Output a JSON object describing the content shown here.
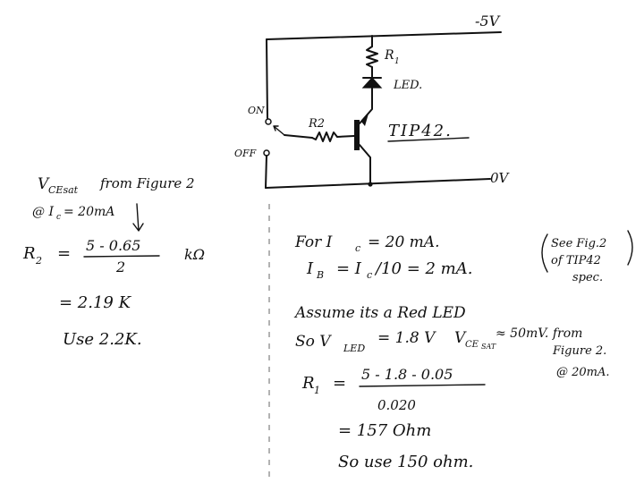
{
  "circuit": {
    "supply_neg": "-5V",
    "ground": "0V",
    "resistor_r1": "R",
    "resistor_r1_sub": "1",
    "led_label": "LED.",
    "switch_on": "ON",
    "switch_off": "OFF",
    "resistor_r2": "R2",
    "transistor": "TIP42."
  },
  "left_notes": {
    "vcesat_prefix": "V",
    "vcesat_sub": "CEsat",
    "vcesat_text": "from Figure 2",
    "at_current": "@ I",
    "at_current_sub": "c",
    "at_current_val": "= 20mA",
    "r2_lhs": "R",
    "r2_lhs_sub": "2",
    "r2_eq": "=",
    "r2_numerator": "5 - 0.65",
    "r2_denominator": "2",
    "r2_unit": "kΩ",
    "r2_result": "= 2.19 K",
    "r2_use": "Use 2.2K."
  },
  "right_notes": {
    "ic_line": "For I",
    "ic_sub": "c",
    "ic_val": "= 20 mA.",
    "ib_lhs": "I",
    "ib_sub": "B",
    "ib_mid": "= I",
    "ib_mid_sub": "c",
    "ib_rhs": "/10  =  2 mA.",
    "spec_line1": "See Fig.2",
    "spec_line2": "of TIP42",
    "spec_line3": "spec.",
    "led_assume": "Assume its a Red LED",
    "vled_so": "So V",
    "vled_sub": "LED",
    "vled_val": "= 1.8 V",
    "vce_prefix": "V",
    "vce_sub": "CE",
    "vce_subsub": "SAT",
    "vce_val": "≈ 50mV. from",
    "vce_fig": "Figure 2.",
    "vce_at": "@ 20mA.",
    "r1_lhs": "R",
    "r1_sub": "1",
    "r1_eq": "=",
    "r1_numerator": "5 - 1.8 - 0.05",
    "r1_denominator": "0.020",
    "r1_result": "= 157 Ohm",
    "r1_use": "So use 150 ohm."
  }
}
